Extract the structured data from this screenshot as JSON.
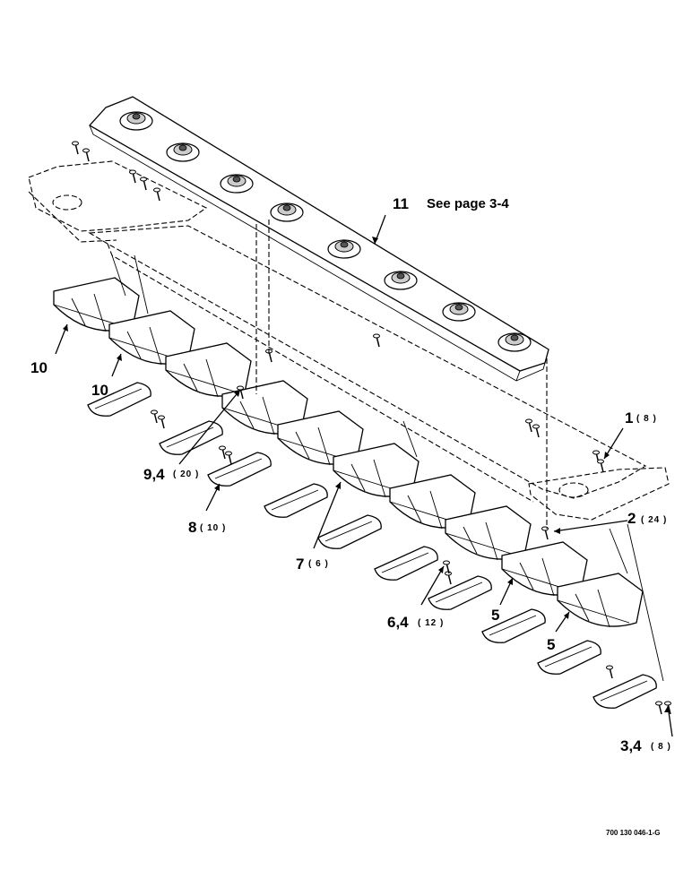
{
  "diagram": {
    "callouts": [
      {
        "id": "c11",
        "label": "11",
        "note": "See page 3-4"
      },
      {
        "id": "c1",
        "label": "1",
        "qty": "( 8 )"
      },
      {
        "id": "c2",
        "label": "2",
        "qty": "( 24 )"
      },
      {
        "id": "c10a",
        "label": "10"
      },
      {
        "id": "c10b",
        "label": "10"
      },
      {
        "id": "c94",
        "label": "9,4",
        "qty": "( 20 )"
      },
      {
        "id": "c8",
        "label": "8",
        "qty": "( 10 )"
      },
      {
        "id": "c7",
        "label": "7",
        "qty": "( 6 )"
      },
      {
        "id": "c64",
        "label": "6,4",
        "qty": "( 12 )"
      },
      {
        "id": "c5a",
        "label": "5"
      },
      {
        "id": "c5b",
        "label": "5"
      },
      {
        "id": "c34",
        "label": "3,4",
        "qty": "( 8 )"
      }
    ],
    "document_number": "700 130 046-1-G"
  }
}
